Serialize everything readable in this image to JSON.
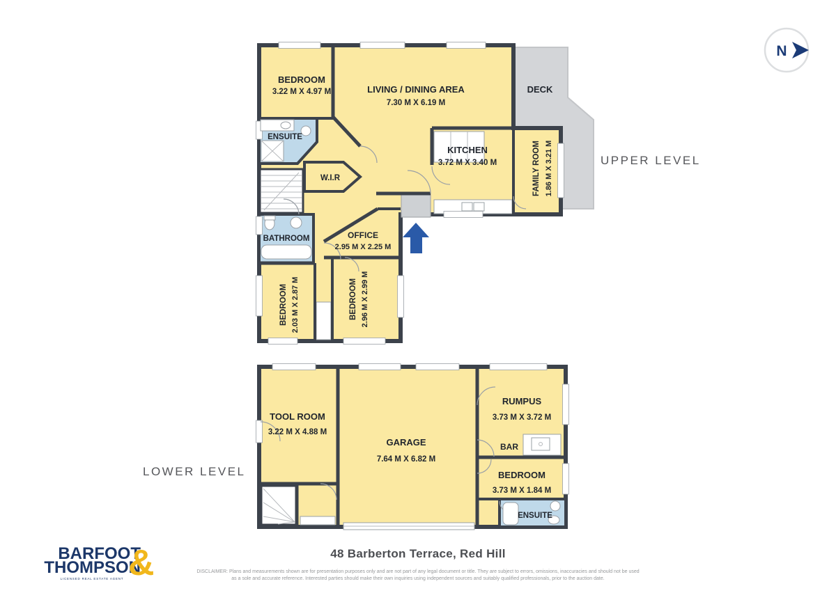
{
  "branding": {
    "line1": "BARFOOT",
    "line2": "THOMPSON",
    "amp": "&",
    "tagline": "LICENSED REAL ESTATE AGENT"
  },
  "compass": {
    "label": "N"
  },
  "levels": {
    "upper": {
      "title": "UPPER LEVEL",
      "rooms": {
        "bedroom_top": {
          "name": "BEDROOM",
          "dims": "3.22 M X 4.97 M"
        },
        "living": {
          "name": "LIVING / DINING AREA",
          "dims": "7.30 M X 6.19 M"
        },
        "deck": {
          "name": "DECK"
        },
        "kitchen": {
          "name": "KITCHEN",
          "dims": "3.72 M X 3.40 M"
        },
        "family": {
          "name": "FAMILY ROOM",
          "dims": "1.86 M X 3.21 M"
        },
        "ensuite": {
          "name": "ENSUITE"
        },
        "wir": {
          "name": "W.I.R"
        },
        "bathroom": {
          "name": "BATHROOM"
        },
        "office": {
          "name": "OFFICE",
          "dims": "2.95 M X 2.25 M"
        },
        "bedroom_left": {
          "name": "BEDROOM",
          "dims": "2.03 M X 2.87 M"
        },
        "bedroom_mid": {
          "name": "BEDROOM",
          "dims": "2.96 M X 2.99 M"
        }
      }
    },
    "lower": {
      "title": "LOWER LEVEL",
      "rooms": {
        "tool": {
          "name": "TOOL ROOM",
          "dims": "3.22 M X 4.88 M"
        },
        "garage": {
          "name": "GARAGE",
          "dims": "7.64 M X 6.82 M"
        },
        "rumpus": {
          "name": "RUMPUS",
          "dims": "3.73 M X 3.72 M"
        },
        "bar": {
          "name": "BAR"
        },
        "bedroom": {
          "name": "BEDROOM",
          "dims": "3.73 M X 1.84 M"
        },
        "ensuite": {
          "name": "ENSUITE"
        }
      }
    }
  },
  "footer": {
    "address": "48 Barberton Terrace, Red Hill",
    "disclaimer_line1": "DISCLAIMER: Plans and measurements shown are for presentation purposes only and are not part of any legal document or title. They are subject to errors, omissions, inaccuracies and should not be used",
    "disclaimer_line2": "as a sole and accurate reference. Interested parties should make their own inquiries using independent sources and suitably qualified professionals, prior to the auction date."
  },
  "colors": {
    "room_fill": "#FBE9A2",
    "wet_area_fill": "#BFD9EA",
    "deck_fill": "#D3D5D8",
    "wall": "#3c424b",
    "entry_arrow": "#2A5AA8",
    "compass_navy": "#1B3B77",
    "logo_navy": "#1C3769",
    "logo_gold": "#F1B71C"
  }
}
